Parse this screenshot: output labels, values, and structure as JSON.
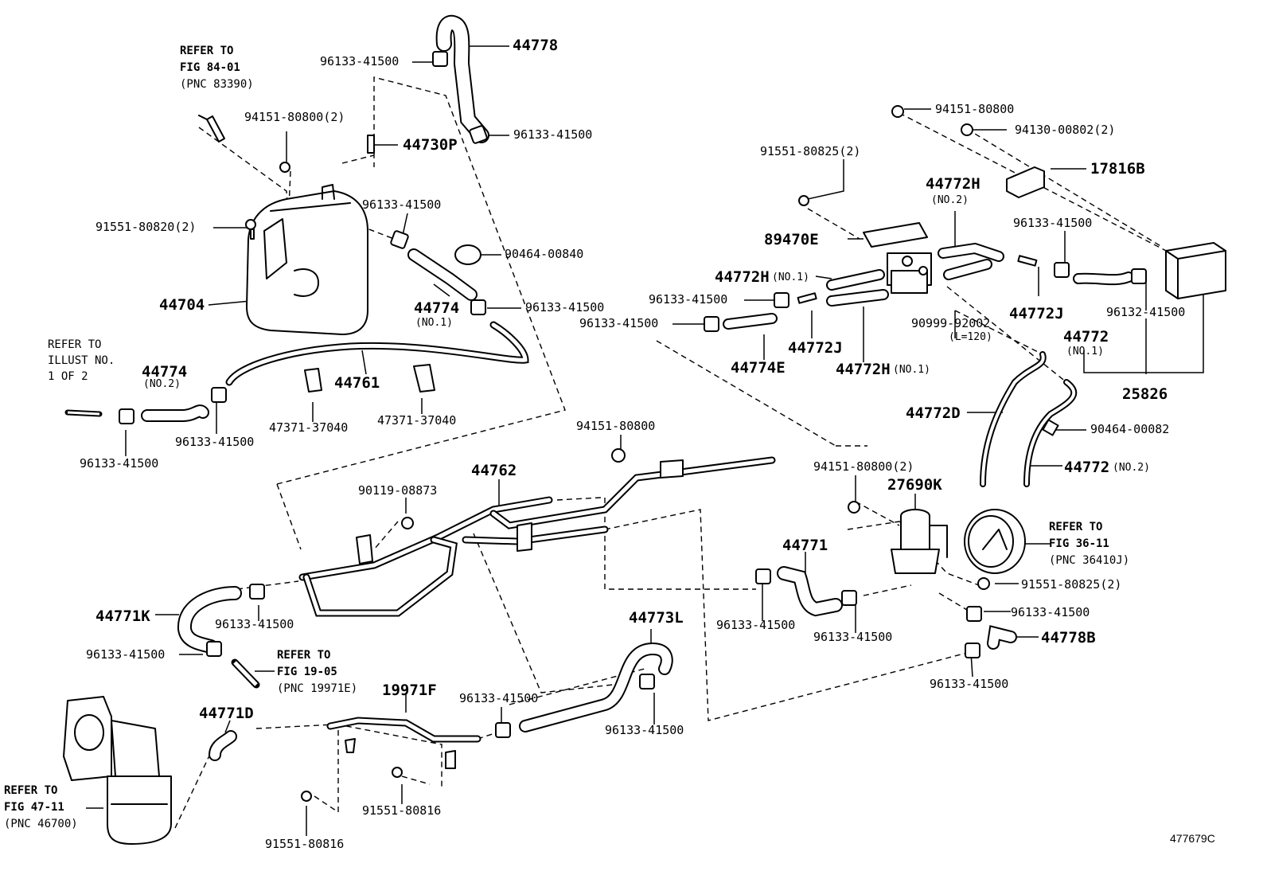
{
  "diagram": {
    "image_code": "477679C",
    "labels": {
      "p44778": "44778",
      "p96133_a": "96133-41500",
      "p96133_b": "96133-41500",
      "p44730P": "44730P",
      "p94151_80800_2a": "94151-80800(2)",
      "p96133_c": "96133-41500",
      "p91551_80820_2": "91551-80820(2)",
      "p90464_00840": "90464-00840",
      "p44704": "44704",
      "p44774_no1": "44774",
      "p44774_no1_sub": "(NO.1)",
      "p96133_d": "96133-41500",
      "p44761": "44761",
      "p44774_no2": "44774",
      "p44774_no2_sub": "(NO.2)",
      "p96133_e": "96133-41500",
      "p96133_f": "96133-41500",
      "p47371_a": "47371-37040",
      "p47371_b": "47371-37040",
      "p94151_80800_top": "94151-80800",
      "p94130_00802": "94130-00802(2)",
      "p17816B": "17816B",
      "p91551_80825_2a": "91551-80825(2)",
      "p44772H_no2": "44772H",
      "p44772H_no2_sub": "(NO.2)",
      "p89470E": "89470E",
      "p96133_g": "96133-41500",
      "p44772H_no1": "44772H",
      "p44772H_no1_sub": "(NO.1)",
      "p96133_h": "96133-41500",
      "p96133_i": "96133-41500",
      "p44772J_a": "44772J",
      "p90999": "90999-92002",
      "p90999_sub": "(L=120)",
      "p44772_no1": "44772",
      "p44772_no1_sub": "(NO.1)",
      "p96132": "96132-41500",
      "p44774E": "44774E",
      "p44772J_b": "44772J",
      "p44772H_no1b": "44772H",
      "p44772H_no1b_sub": "(NO.1)",
      "p25826": "25826",
      "p44772D": "44772D",
      "p90464_00082": "90464-00082",
      "p44772_no2": "44772",
      "p44772_no2_sub": "(NO.2)",
      "p94151_80800_mid": "94151-80800",
      "p44762": "44762",
      "p90119": "90119-08873",
      "p94151_80800_2b": "94151-80800(2)",
      "p27690K": "27690K",
      "p44771": "44771",
      "p91551_80825_2b": "91551-80825(2)",
      "p44771K": "44771K",
      "p96133_j": "96133-41500",
      "p96133_k": "96133-41500",
      "p96133_l": "96133-41500",
      "p96133_m": "96133-41500",
      "p96133_n": "96133-41500",
      "p44778B": "44778B",
      "p96133_o": "96133-41500",
      "p44773L": "44773L",
      "p96133_p": "96133-41500",
      "p96133_q": "96133-41500",
      "p44771D": "44771D",
      "p19971F": "19971F",
      "p91551_80816_a": "91551-80816",
      "p91551_80816_b": "91551-80816"
    },
    "refs": {
      "fig84": [
        "REFER TO",
        "FIG 84-01",
        "(PNC 83390)"
      ],
      "illust": [
        "REFER TO",
        "ILLUST NO.",
        "1 OF 2"
      ],
      "fig36": [
        "REFER TO",
        "FIG 36-11",
        "(PNC 36410J)"
      ],
      "fig19": [
        "REFER TO",
        "FIG 19-05",
        "(PNC 19971E)"
      ],
      "fig47": [
        "REFER TO",
        "FIG 47-11",
        "(PNC 46700)"
      ]
    }
  }
}
